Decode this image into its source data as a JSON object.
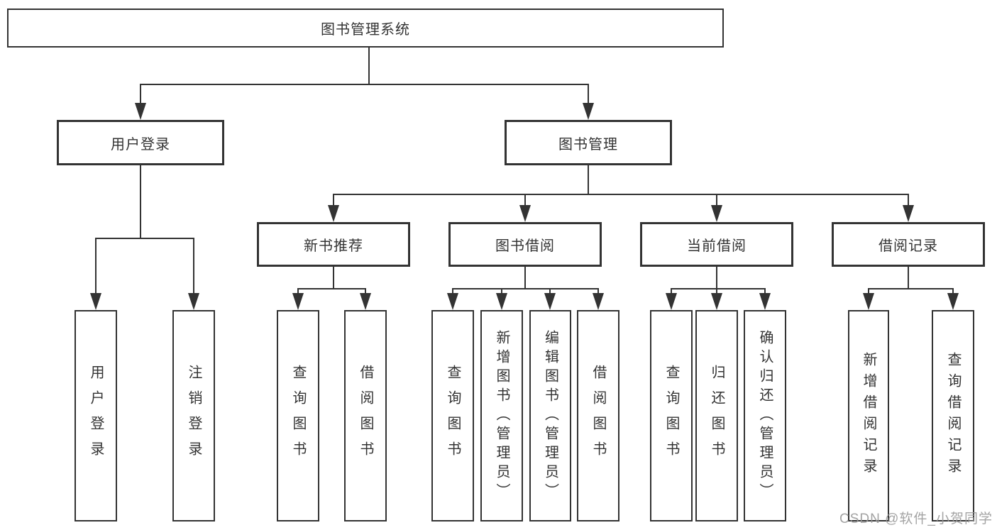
{
  "colors": {
    "line": "#333333",
    "box_border": "#333333",
    "text": "#333333",
    "watermark": "#9a9a9a",
    "background": "#ffffff"
  },
  "diagram": {
    "root": {
      "label": "图书管理系统"
    },
    "level2": {
      "user_login": {
        "label": "用户登录"
      },
      "book_mgmt": {
        "label": "图书管理"
      }
    },
    "level3": {
      "new_books": {
        "label": "新书推荐"
      },
      "book_borrow": {
        "label": "图书借阅"
      },
      "current_borrow": {
        "label": "当前借阅"
      },
      "borrow_records": {
        "label": "借阅记录"
      }
    },
    "leaves": {
      "user_login": {
        "label": "用户登录"
      },
      "logout": {
        "label": "注销登录"
      },
      "nb_query_books": {
        "label": "查询图书"
      },
      "nb_borrow_books": {
        "label": "借阅图书"
      },
      "bb_query_books": {
        "label": "查询图书"
      },
      "bb_add_books": {
        "label": "新增图书（管理员）"
      },
      "bb_edit_books": {
        "label": "编辑图书（管理员）"
      },
      "bb_borrow_books": {
        "label": "借阅图书"
      },
      "cb_query_books": {
        "label": "查询图书"
      },
      "cb_return_books": {
        "label": "归还图书"
      },
      "cb_confirm_return": {
        "label": "确认归还（管理员）"
      },
      "br_add_record": {
        "label": "新增借阅记录"
      },
      "br_query_record": {
        "label": "查询借阅记录"
      }
    }
  },
  "watermark": {
    "text": "CSDN @软件_小贺同学"
  }
}
